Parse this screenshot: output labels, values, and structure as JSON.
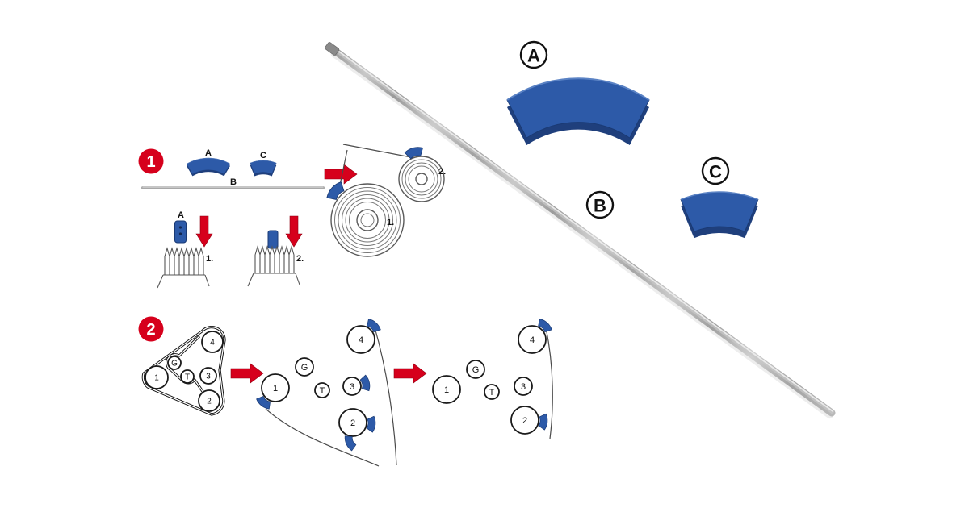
{
  "colors": {
    "background": "#ffffff",
    "accent_red": "#d6001c",
    "part_blue": "#2d5aa8",
    "part_blue_dark": "#1f3f7c",
    "metal_gray": "#b3b3b3",
    "outline_black": "#1a1a1a"
  },
  "labels": {
    "part_a": "A",
    "part_b": "B",
    "part_c": "C"
  },
  "step1": {
    "badge": "1",
    "kit": {
      "a": "A",
      "b": "B",
      "c": "C"
    },
    "pulley_diagram": {
      "large": "1.",
      "small": "2."
    },
    "insertion": {
      "tool": "A",
      "first": "1.",
      "second": "2."
    }
  },
  "step2": {
    "badge": "2",
    "diagrams": [
      {
        "pulleys": {
          "p4": "4",
          "pg": "G",
          "pt": "T",
          "p1": "1",
          "p3": "3",
          "p2": "2"
        }
      },
      {
        "pulleys": {
          "p4": "4",
          "pg": "G",
          "pt": "T",
          "p1": "1",
          "p3": "3",
          "p2": "2"
        }
      },
      {
        "pulleys": {
          "p4": "4",
          "pg": "G",
          "pt": "T",
          "p1": "1",
          "p3": "3",
          "p2": "2"
        }
      }
    ]
  }
}
